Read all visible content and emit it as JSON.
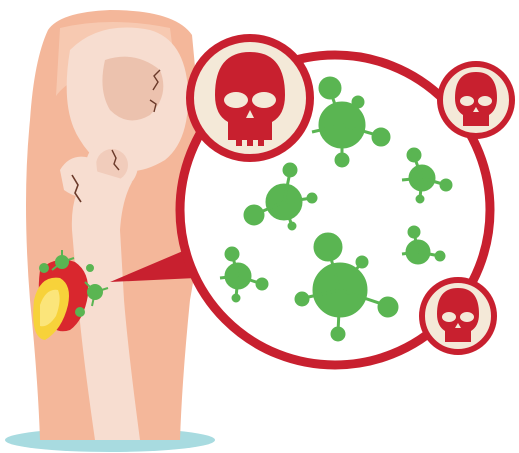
{
  "illustration": {
    "subject": "hip-joint-infection",
    "icons": [
      "skull-icon",
      "virus-icon",
      "bacteria-icon",
      "hip-bone",
      "magnifier-lens"
    ],
    "colors": {
      "background": "#ffffff",
      "skin": "#f4b79a",
      "skin_light": "#f8cdb6",
      "bone": "#f7ddd0",
      "bone_shadow": "#ecc2ae",
      "crack": "#6b3a2a",
      "lens_border": "#c8202f",
      "skull_badge_bg": "#f4e9d8",
      "skull": "#c8202f",
      "skull_eyes": "#f4e9d8",
      "virus": "#5ab552",
      "virus_dark": "#3f9a3a",
      "wound_red": "#d9272e",
      "pus_yellow": "#f7d23a",
      "floor_shadow": "#a8dbe0"
    }
  }
}
